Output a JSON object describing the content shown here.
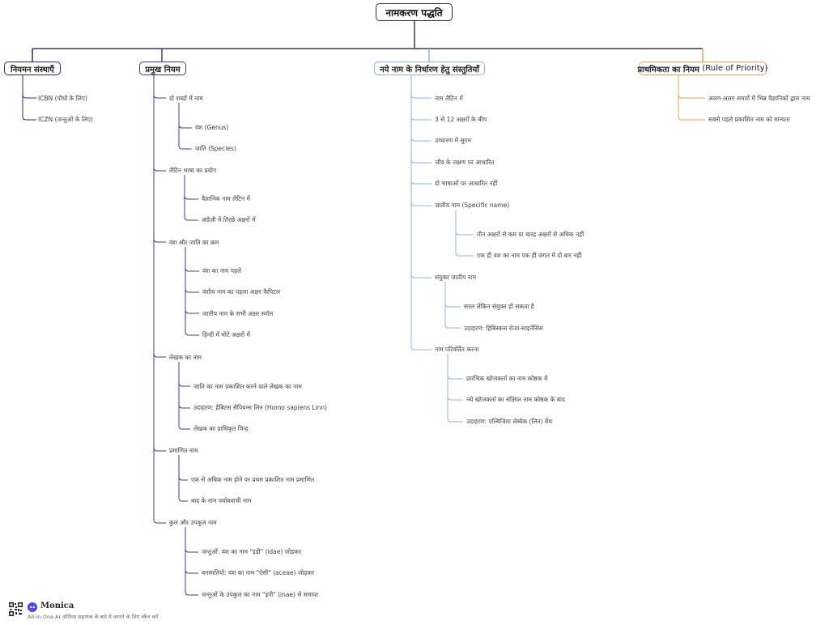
{
  "root": {
    "label": "नामकरण पद्धति"
  },
  "categories": [
    {
      "label": "नियमन संस्थाएँ",
      "children": [
        {
          "label": "ICBN (पौधों के लिए)"
        },
        {
          "label": "ICZN (जन्तुओं के लिए)"
        }
      ]
    },
    {
      "label": "प्रमुख नियम",
      "children": [
        {
          "label": "दो शब्दों में नाम",
          "children": [
            {
              "label": "वंश (Genus)"
            },
            {
              "label": "जाति (Species)"
            }
          ]
        },
        {
          "label": "लैटिन भाषा का प्रयोग",
          "children": [
            {
              "label": "वैज्ञानिक नाम लैटिन में"
            },
            {
              "label": "अंग्रेज़ी में तिरछे अक्षरों में"
            }
          ]
        },
        {
          "label": "वंश और जाति का क्रम",
          "children": [
            {
              "label": "वंश का नाम पहले"
            },
            {
              "label": "वंशीय नाम का पहला अक्षर कैपिटल"
            },
            {
              "label": "जातीय नाम के सभी अक्षर स्मॉल"
            },
            {
              "label": "हिन्दी में मोटे अक्षरों में"
            }
          ]
        },
        {
          "label": "लेखक का नाम",
          "children": [
            {
              "label": "जाति का नाम प्रकाशित करने वाले लेखक का नाम"
            },
            {
              "label": "उदाहरण: हैबिटस सैपियन्स लिन (Homo sapiens Linn)"
            },
            {
              "label": "लेखक का प्राधिकृत चिन्ह"
            }
          ]
        },
        {
          "label": "प्रमाणित नाम",
          "children": [
            {
              "label": "एक से अधिक नाम होने पर प्रथम प्रकाशित नाम प्रमाणित"
            },
            {
              "label": "बाद के नाम पर्यायवाची नाम"
            }
          ]
        },
        {
          "label": "कुल और उपकुल नाम",
          "children": [
            {
              "label": "जन्तुओं: वंश का नाम \"इडी\" (idae) जोड़कर"
            },
            {
              "label": "वनस्पतियों: वंश का नाम \"ऐसी\" (aceae) जोड़कर"
            },
            {
              "label": "जन्तुओं के उपकुल का नाम \"इनी\" (inae) से समाप्त"
            }
          ]
        }
      ]
    },
    {
      "label": "नये नाम के निर्धारण हेतु संस्तुतियाँ",
      "children": [
        {
          "label": "नाम लैटिन में"
        },
        {
          "label": "3 से 12 अक्षरों के बीच"
        },
        {
          "label": "उच्चारण में सुगम"
        },
        {
          "label": "जीव के लक्षण पर आधारित"
        },
        {
          "label": "दो भाषाओं पर आधारित नहीं"
        },
        {
          "label": "जातीय नाम (Specific name)",
          "children": [
            {
              "label": "तीन अक्षरों से कम या बारह अक्षरों से अधिक नहीं"
            },
            {
              "label": "एक ही वंश का नाम एक ही जगत में दो बार नहीं"
            }
          ]
        },
        {
          "label": "संयुक्त जातीय नाम",
          "children": [
            {
              "label": "सरल लेकिन संयुक्त हो सकता है"
            },
            {
              "label": "उदाहरण: हिबिस्कस रोजा-साइनेंसिस"
            }
          ]
        },
        {
          "label": "नाम परिवर्तित करना",
          "children": [
            {
              "label": "प्रारंभिक खोजकर्ता का नाम कोष्ठक में"
            },
            {
              "label": "नये खोजकर्ता का संक्षिप्त नाम कोष्ठक के बाद"
            },
            {
              "label": "उदाहरण: एल्बिजिया लेब्बेक (लिन) बेंथ"
            }
          ]
        }
      ]
    },
    {
      "label": "प्राथमिकता का नियम",
      "label_suffix": "(Rule of Priority)",
      "children": [
        {
          "label": "अलग-अलग समयों में भिन्न वैज्ञानिकों द्वारा नाम"
        },
        {
          "label": "सबसे पहले प्रकाशित नाम को मान्यता"
        }
      ]
    }
  ],
  "footer": {
    "brand": "Monica",
    "subtitle": "All-in-One AI ऑफिस सहायक के बारे में जानने के लिए स्कैन करें"
  },
  "colors": {
    "root_border": "#2b2b45",
    "category_1": "#1f2f7a",
    "category_2": "#3a3f8c",
    "category_3": "#8fb4e0",
    "category_4": "#f0a050"
  }
}
